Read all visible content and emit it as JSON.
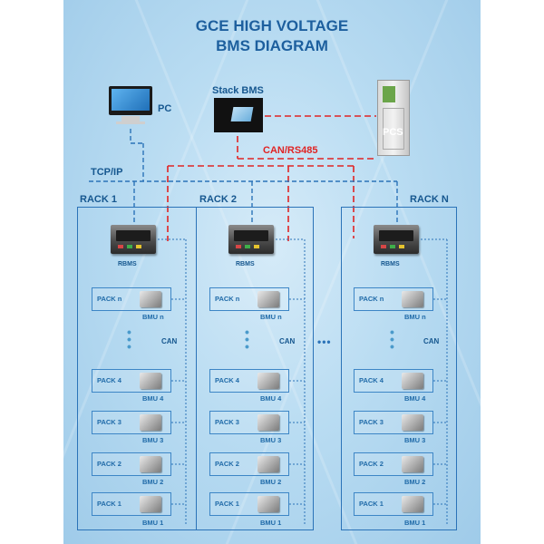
{
  "title": {
    "line1": "GCE  HIGH VOLTAGE",
    "line2": "BMS DIAGRAM"
  },
  "labels": {
    "pc": "PC",
    "stack_bms": "Stack BMS",
    "pcs": "PCS",
    "can_rs485": "CAN/RS485",
    "tcp_ip": "TCP/IP",
    "can": "CAN",
    "rbms": "RBMS"
  },
  "racks": [
    {
      "name": "RACK 1"
    },
    {
      "name": "RACK 2"
    },
    {
      "name": "RACK N"
    }
  ],
  "packs": [
    {
      "pack": "PACK  n",
      "bmu": "BMU  n"
    },
    {
      "pack": "PACK  4",
      "bmu": "BMU  4"
    },
    {
      "pack": "PACK  3",
      "bmu": "BMU  3"
    },
    {
      "pack": "PACK  2",
      "bmu": "BMU  2"
    },
    {
      "pack": "PACK  1",
      "bmu": "BMU  1"
    }
  ],
  "colors": {
    "accent": "#16578f",
    "red_bus": "#e02424",
    "blue_line": "#2b73b8"
  },
  "icons": {
    "pc": "desktop-computer-icon",
    "stack": "stack-bms-controller-icon",
    "pcs": "pcs-cabinet-icon",
    "rbms": "rbms-unit-icon",
    "bmu": "bmu-module-icon"
  }
}
